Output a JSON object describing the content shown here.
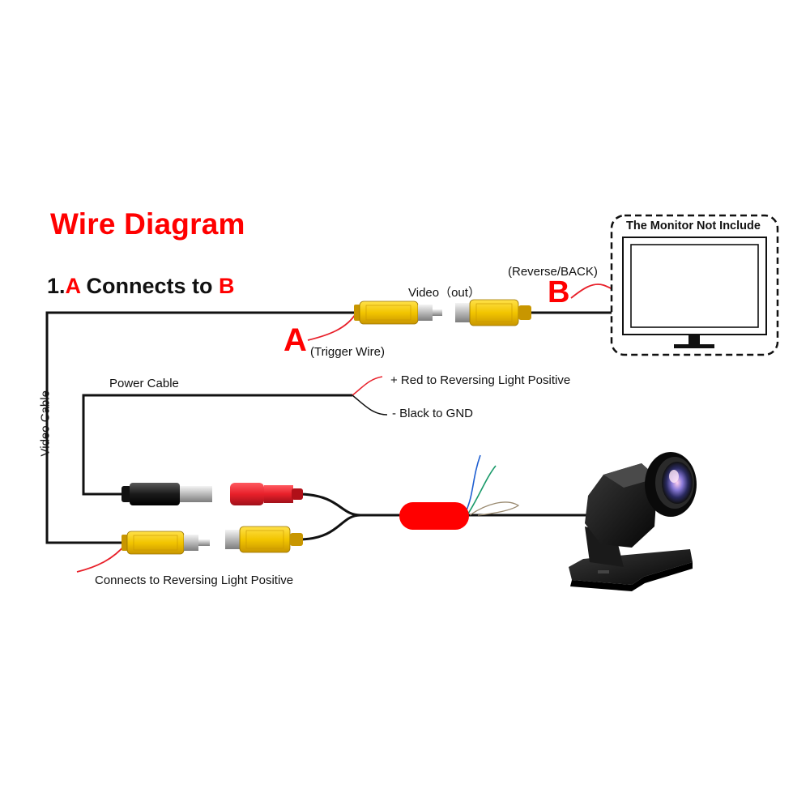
{
  "title": "Wire Diagram",
  "subtitle": {
    "prefix": "1.",
    "a": "A",
    "middle": " Connects to ",
    "b": "B"
  },
  "labels": {
    "video_out": "Video（out）",
    "marker_a": "A",
    "trigger_wire": "(Trigger Wire)",
    "marker_b": "B",
    "reverse_back": "(Reverse/BACK)",
    "monitor_note": "The Monitor Not Include",
    "power_cable": "Power Cable",
    "red_positive": "+ Red to Reversing Light Positive",
    "black_gnd": "- Black to GND",
    "video_cable": "Video Cable",
    "reversing_light": "Connects to Reversing Light Positive"
  },
  "colors": {
    "accent_red": "#ff0000",
    "rca_yellow": "#f2c500",
    "dc_red": "#e8202a",
    "wire_black": "#111111",
    "wire_blue": "#1f5fd1",
    "wire_green": "#1a9a6a"
  }
}
